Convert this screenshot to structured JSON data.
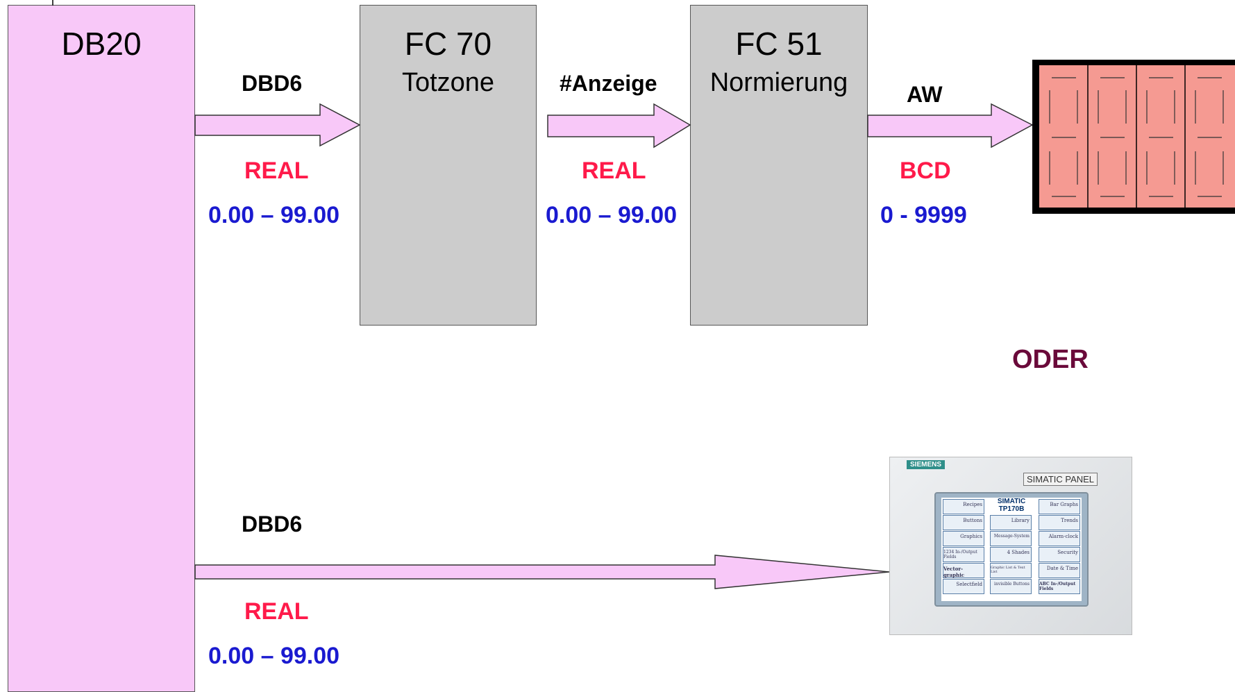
{
  "colors": {
    "data_block": "#f8c8f8",
    "function_block": "#cccccc",
    "arrow_fill": "#f8c8f8",
    "datatype_red": "#ff1a4a",
    "range_blue": "#1a1ad0",
    "oder_color": "#6a0a3a",
    "display_fill": "#f59a92"
  },
  "db": {
    "title": "DB20"
  },
  "fc70": {
    "title": "FC 70",
    "subtitle": "Totzone"
  },
  "fc51": {
    "title": "FC 51",
    "subtitle": "Normierung"
  },
  "flow1": {
    "signal": "DBD6",
    "type": "REAL",
    "range": "0.00 – 99.00"
  },
  "flow2": {
    "signal": "#Anzeige",
    "type": "REAL",
    "range": "0.00 – 99.00"
  },
  "flow3": {
    "signal": "AW",
    "type": "BCD",
    "range": "0 - 9999"
  },
  "oder": "ODER",
  "flow4": {
    "signal": "DBD6",
    "type": "REAL",
    "range": "0.00 – 99.00"
  },
  "panel": {
    "brand": "SIEMENS",
    "model_label": "SIMATIC PANEL",
    "screen_title_line1": "SIMATIC",
    "screen_title_line2": "TP170B",
    "tiles": [
      [
        "Recipes",
        "Library",
        "Bar Graphs"
      ],
      [
        "Buttons",
        "Message-System",
        "Trends"
      ],
      [
        "Graphics",
        "4 Shades",
        "Alarm-clock"
      ],
      [
        "1234 In-/Output Fields",
        "Graphic List & Text List",
        "Security"
      ],
      [
        "Vector-graphic",
        "invisible Buttons",
        "Date & Time"
      ],
      [
        "Selectfield",
        "",
        "ABC In-/Output Fields"
      ]
    ]
  }
}
